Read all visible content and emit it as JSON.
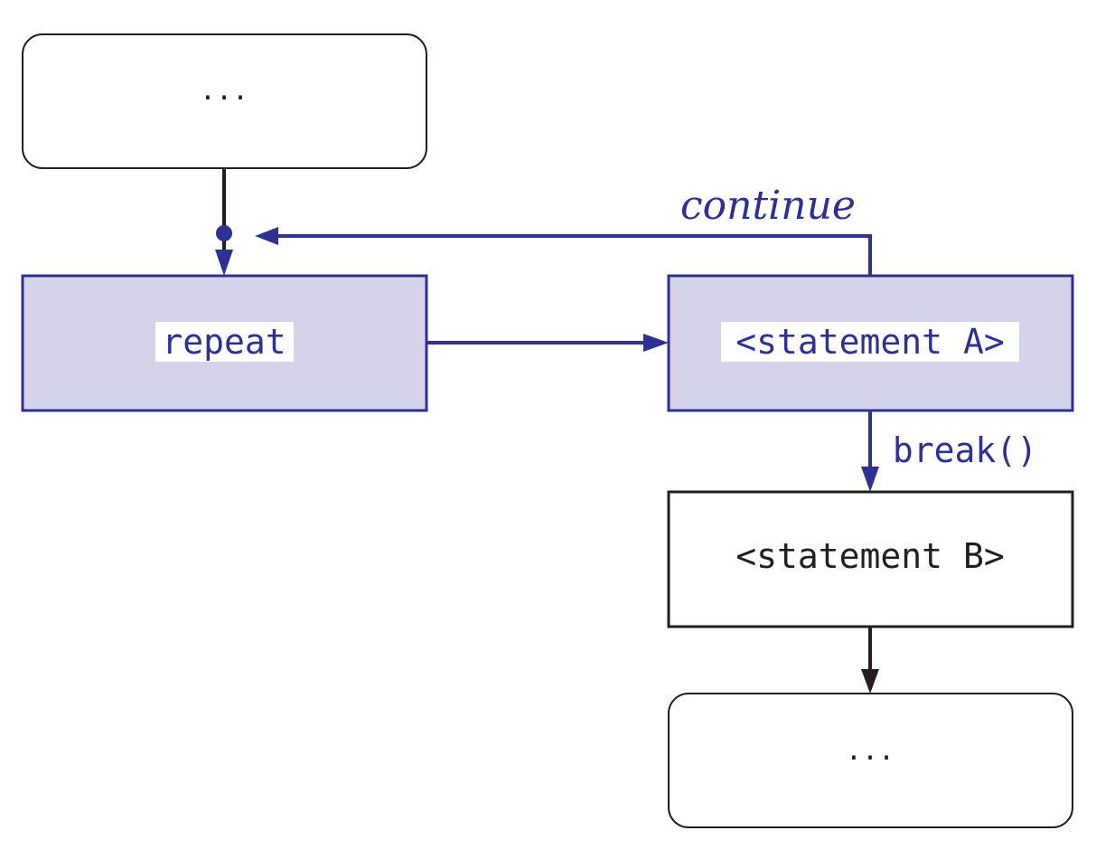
{
  "nodes": {
    "top_ellipsis": {
      "label": "..."
    },
    "repeat": {
      "label": "repeat"
    },
    "statement_a": {
      "label": "<statement A>"
    },
    "statement_b": {
      "label": "<statement B>"
    },
    "bottom_ellipsis": {
      "label": "..."
    }
  },
  "edges": {
    "continue_label": "continue",
    "break_label": "break()"
  },
  "colors": {
    "blue": "#2e3192",
    "blue_fill": "#d4d3ea",
    "black": "#231f20",
    "white": "#ffffff"
  }
}
